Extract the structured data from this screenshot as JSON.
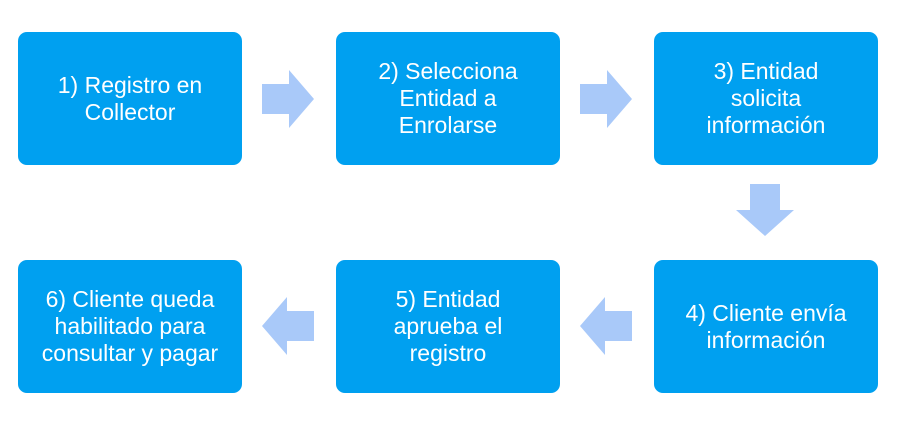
{
  "steps": [
    {
      "label": "1) Registro en\nCollector"
    },
    {
      "label": "2) Selecciona\nEntidad a\nEnrolarse"
    },
    {
      "label": "3) Entidad\nsolicita\ninformación"
    },
    {
      "label": "4) Cliente envía\ninformación"
    },
    {
      "label": "5) Entidad\naprueba el\nregistro"
    },
    {
      "label": "6) Cliente queda\nhabilitado para\nconsultar y pagar"
    }
  ],
  "colors": {
    "box": "#00a0f0",
    "box_text": "#ffffff",
    "arrow": "#a9c9f9"
  }
}
